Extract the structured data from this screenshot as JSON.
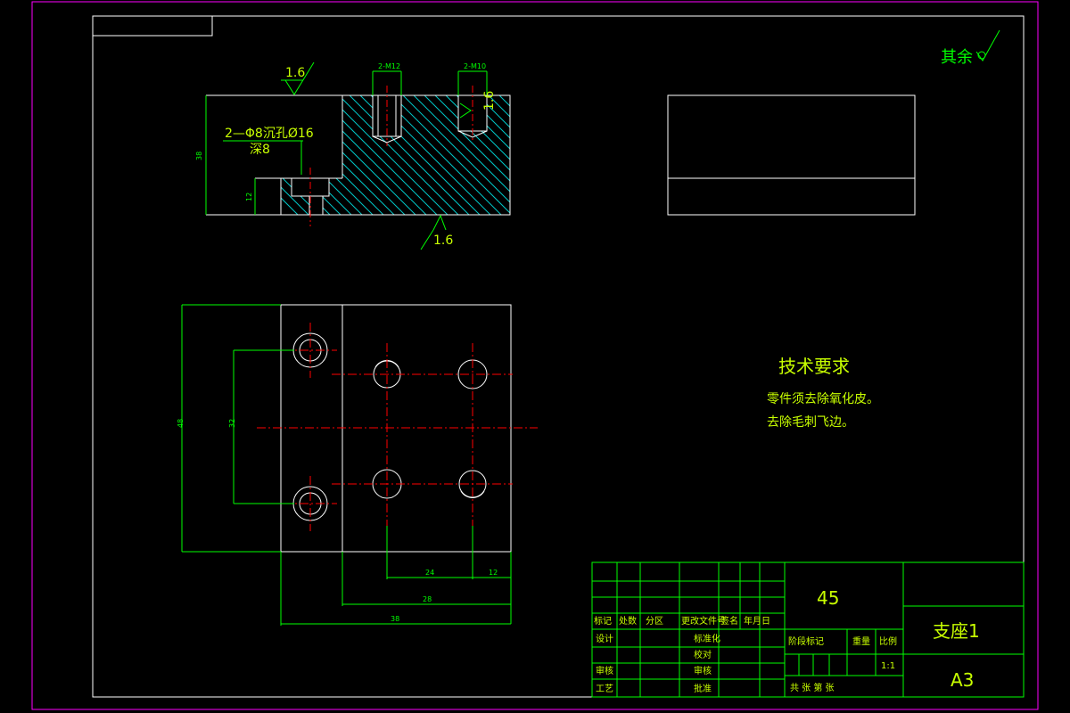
{
  "colors": {
    "background": "#000000",
    "sheet_border": "#ff00ff",
    "outline": "#ffffff",
    "dimension": "#00ff00",
    "hatch": "#00c8c8",
    "centerline": "#ff0000",
    "text": "#00ff00"
  },
  "roughness": {
    "general": "其余",
    "top_value": "1.6",
    "bottom_value": "1.6",
    "right_value": "1.6"
  },
  "section_view": {
    "hole_callout_line1": "2—Φ8沉孔Ø16",
    "hole_callout_line2": "深8",
    "dim_left_height": "38",
    "dim_step_height": "12",
    "dim_top_hole_left": "2-M12",
    "dim_top_hole_right": "2-M10"
  },
  "plan_view": {
    "dim_overall_height": "48",
    "dim_hole_pitch_vertical": "32",
    "dim_hole_spacing": "24",
    "dim_edge_offset": "12",
    "dim_width_inner": "28",
    "dim_width_overall": "38"
  },
  "tech_requirements": {
    "title": "技术要求",
    "line1": "零件须去除氧化皮。",
    "line2": "去除毛刺飞边。"
  },
  "title_block": {
    "material": "45",
    "part_name": "支座1",
    "sheet_size": "A3",
    "row_labels": [
      "标记",
      "处数",
      "分区",
      "更改文件号",
      "签名",
      "年月日"
    ],
    "design": "设计",
    "standardization": "标准化",
    "check": "审核",
    "process": "工艺",
    "approve": "批准",
    "proofread": "校对",
    "review": "审核",
    "stage_mark": "阶段标记",
    "weight": "重量",
    "scale_label": "比例",
    "scale_value": "1:1",
    "sheets": "共  张  第  张"
  }
}
